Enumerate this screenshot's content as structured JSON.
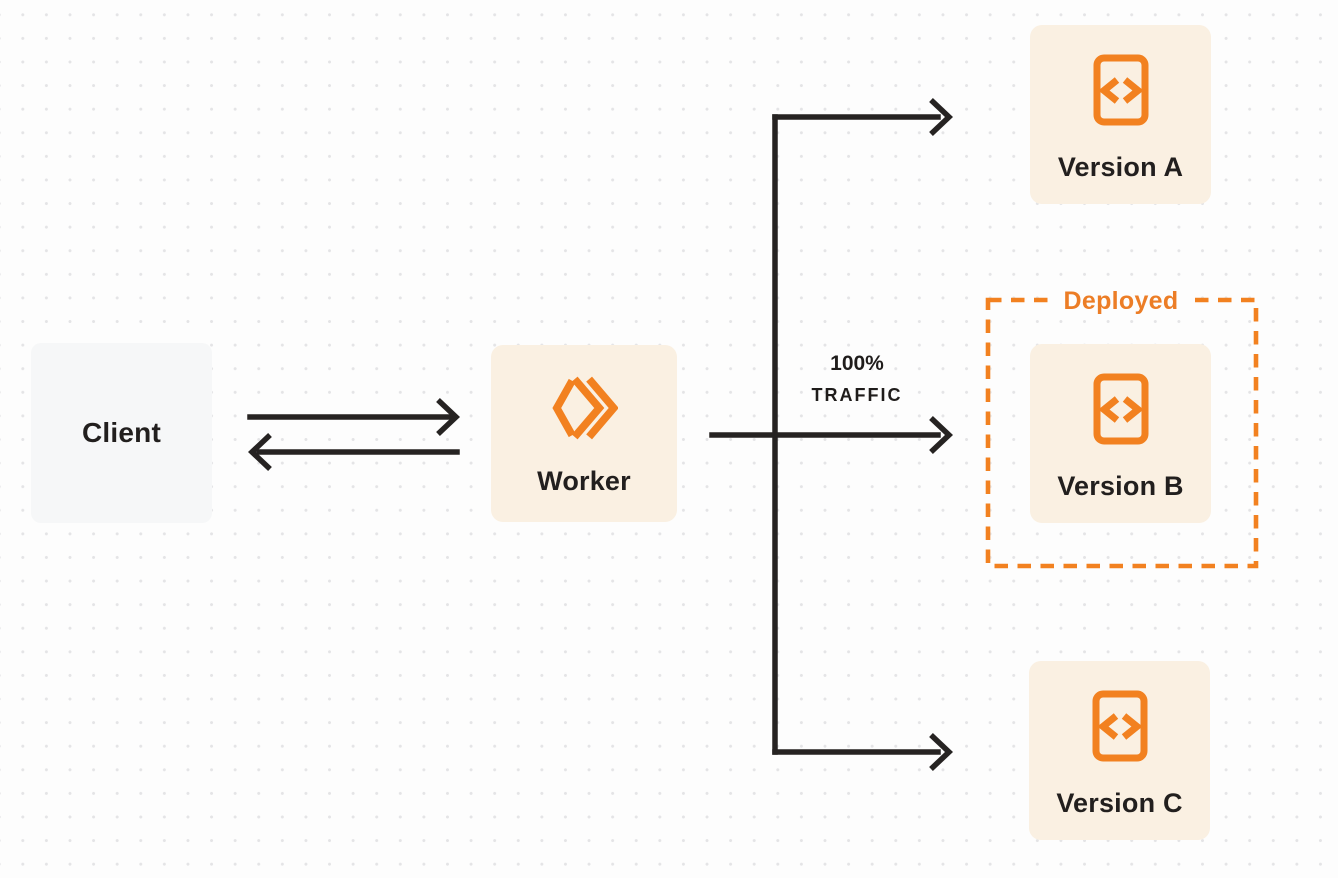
{
  "diagram": {
    "background_color": "#FDFDFD",
    "dot_grid_color": "#E4E4E6",
    "colors": {
      "accent_orange": "#F28120",
      "deployed_orange": "#EC7D26",
      "node_cream": "#FAF0E2",
      "node_gray": "#F6F7F8",
      "wire_dark": "#262322",
      "text_dark": "#221F1E"
    },
    "nodes": {
      "client": {
        "label": "Client"
      },
      "worker": {
        "label": "Worker",
        "icon": "cloudflare-workers-logo-icon"
      },
      "version_a": {
        "label": "Version A",
        "icon": "code-file-icon"
      },
      "version_b": {
        "label": "Version B",
        "icon": "code-file-icon"
      },
      "version_c": {
        "label": "Version C",
        "icon": "code-file-icon"
      }
    },
    "annotations": {
      "deployed_label": "Deployed",
      "traffic_percent": "100%",
      "traffic_word": "TRAFFIC"
    },
    "edges": [
      {
        "from": "client",
        "to": "worker",
        "type": "request-arrow"
      },
      {
        "from": "worker",
        "to": "client",
        "type": "response-arrow"
      },
      {
        "from": "worker",
        "to": "version_a",
        "type": "branch-arrow"
      },
      {
        "from": "worker",
        "to": "version_b",
        "type": "branch-arrow",
        "label": "100% TRAFFIC"
      },
      {
        "from": "worker",
        "to": "version_c",
        "type": "branch-arrow"
      }
    ]
  }
}
